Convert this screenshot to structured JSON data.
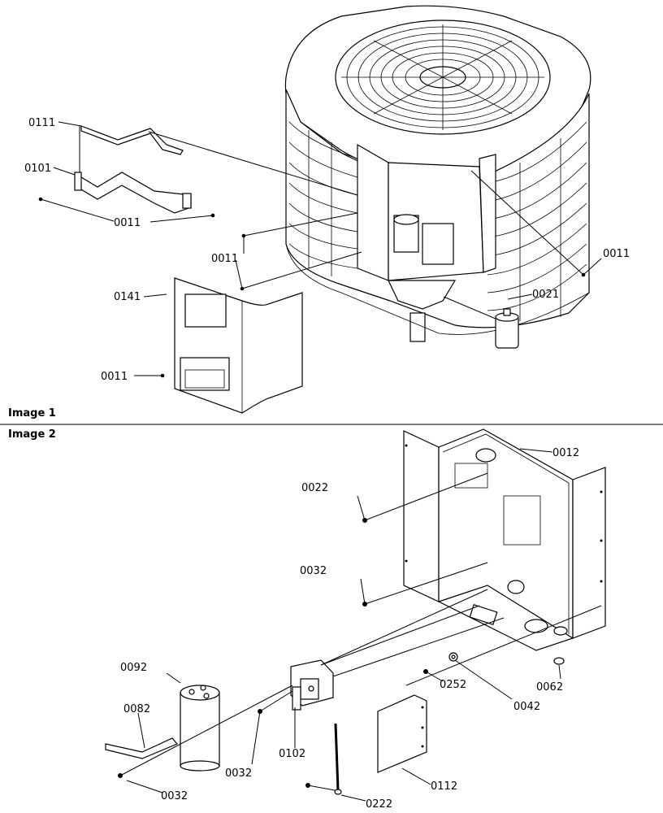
{
  "sections": {
    "image1": "Image 1",
    "image2": "Image 2"
  },
  "image1_labels": {
    "p0111": "0111",
    "p0101": "0101",
    "p0011_a": "0011",
    "p0011_b": "0011",
    "p0011_c": "0011",
    "p0011_d": "0011",
    "p0141": "0141",
    "p0021": "0021"
  },
  "image2_labels": {
    "p0012": "0012",
    "p0022": "0022",
    "p0032_a": "0032",
    "p0032_b": "0032",
    "p0032_c": "0032",
    "p0092": "0092",
    "p0082": "0082",
    "p0102": "0102",
    "p0252": "0252",
    "p0042": "0042",
    "p0062": "0062",
    "p0112": "0112",
    "p0222": "0222"
  }
}
